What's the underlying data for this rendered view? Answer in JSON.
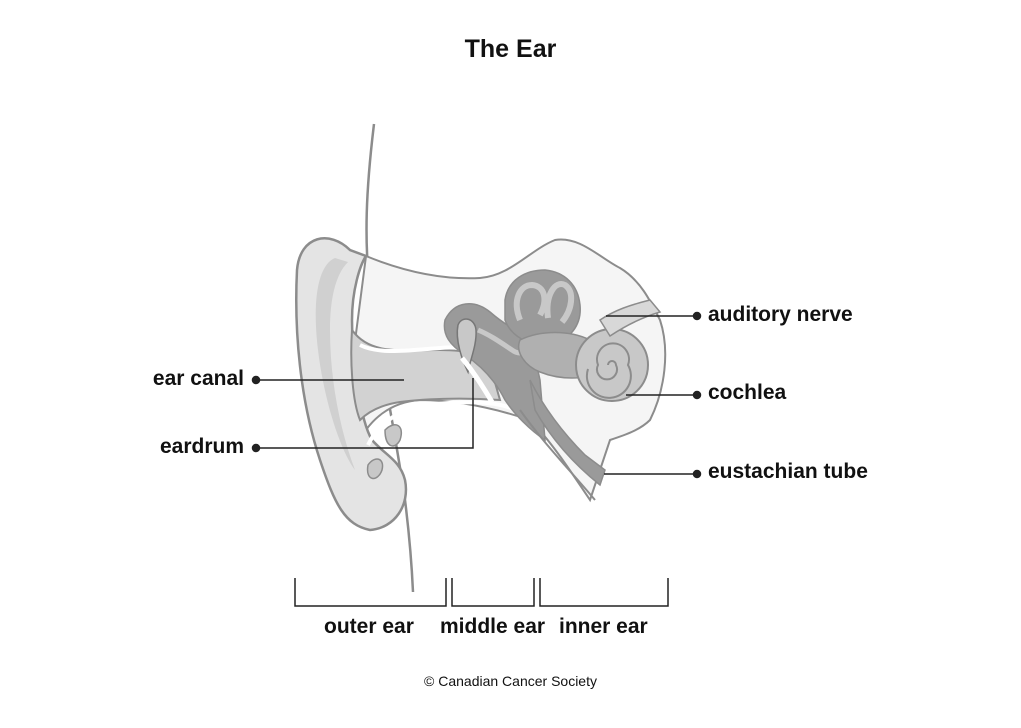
{
  "title": "The Ear",
  "labels": {
    "ear_canal": "ear canal",
    "eardrum": "eardrum",
    "auditory_nerve": "auditory nerve",
    "cochlea": "cochlea",
    "eustachian_tube": "eustachian tube"
  },
  "sections": {
    "outer": "outer ear",
    "middle": "middle ear",
    "inner": "inner ear"
  },
  "credit": "© Canadian Cancer Society",
  "colors": {
    "outline": "#8c8c8c",
    "light_fill": "#e4e4e4",
    "mid_fill": "#c8c8c8",
    "dark_fill": "#9a9a9a",
    "line": "#222222"
  }
}
